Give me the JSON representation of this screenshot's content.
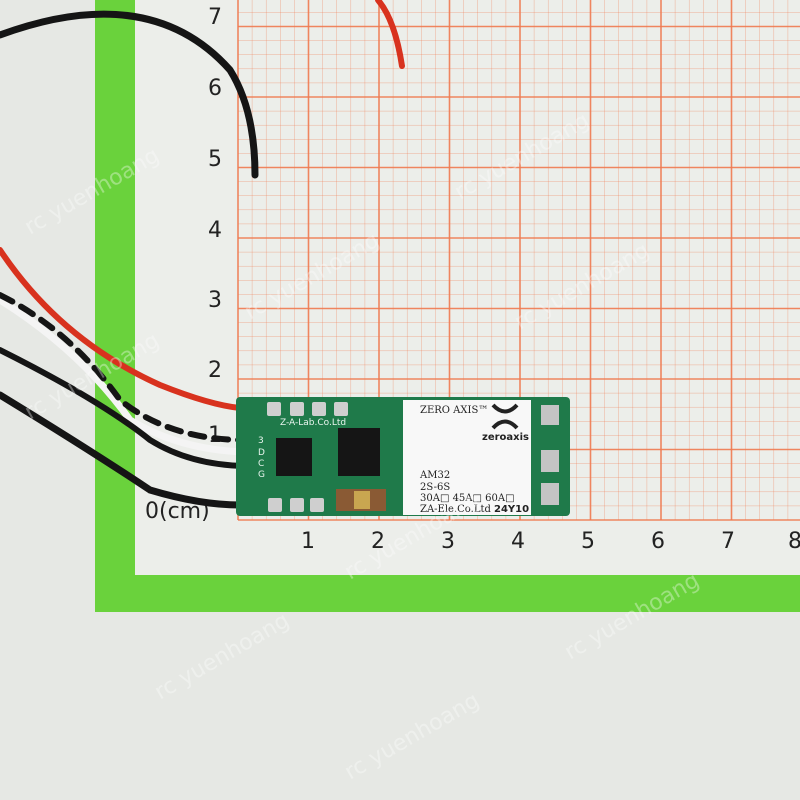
{
  "ruler": {
    "y_labels": [
      "7",
      "6",
      "5",
      "4",
      "3",
      "2",
      "1",
      "0(cm)"
    ],
    "x_labels": [
      "1",
      "2",
      "3",
      "4",
      "5",
      "6",
      "7",
      "8"
    ]
  },
  "board": {
    "brand": "ZERO AXIS™",
    "logo_text": "zeroaxis",
    "model": "AM32",
    "cells": "2S-6S",
    "current_options": "30A□ 45A□ 60A□",
    "maker": "ZA-Ele.Co.Ltd",
    "date_code": "24Y10",
    "silkscreen_lab": "Z-A-Lab.Co.Ltd",
    "pads": [
      "3",
      "D",
      "C",
      "G"
    ]
  },
  "watermark": "rc yuenhoang",
  "colors": {
    "grid": "#f07a50",
    "frame": "#6ad23c",
    "pcb": "#1f7a4a",
    "background": "#e6e8e4"
  }
}
